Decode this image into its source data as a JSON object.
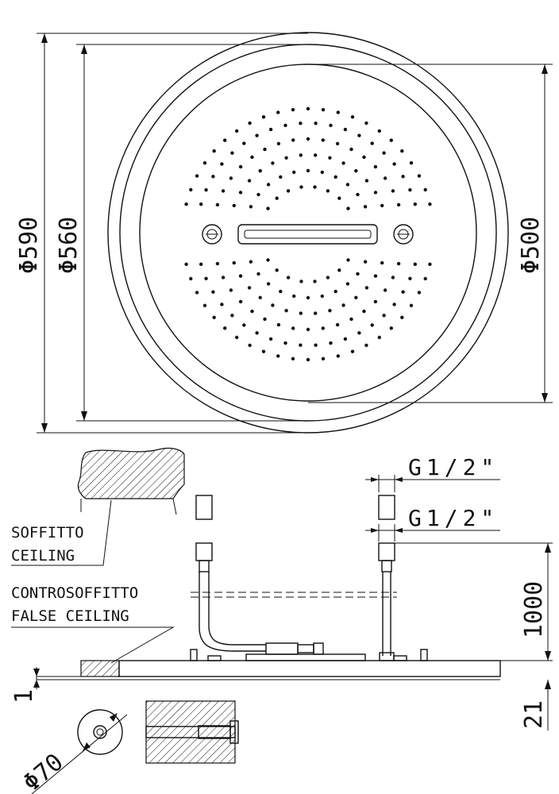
{
  "dimensions": {
    "outer_diameter": "Φ590",
    "mid_diameter": "Φ560",
    "inner_diameter": "Φ500",
    "thread_top": "G1/2\"",
    "thread_bottom": "G1/2\"",
    "hose_length": "1000",
    "thickness": "21",
    "offset": "1",
    "nozzle_diameter": "Φ70"
  },
  "labels": {
    "ceiling_it": "SOFFITTO",
    "ceiling_en": "CEILING",
    "false_ceiling_it": "CONTROSOFFITTO",
    "false_ceiling_en": "FALSE CEILING"
  }
}
